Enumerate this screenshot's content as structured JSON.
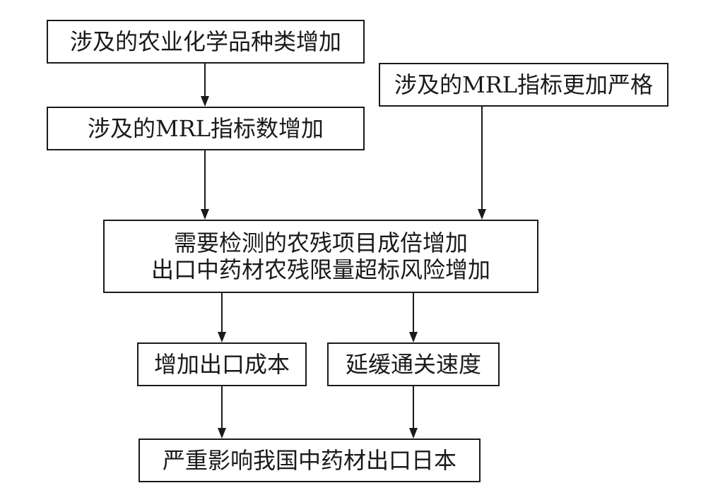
{
  "nodes": {
    "chemical_types": {
      "text": "涉及的农业化学品种类增加"
    },
    "mrl_stricter": {
      "text": "涉及的MRL指标更加严格"
    },
    "mrl_count": {
      "text": "涉及的MRL指标数增加"
    },
    "risk": {
      "line1": "需要检测的农残项目成倍增加",
      "line2": "出口中药材农残限量超标风险增加"
    },
    "cost": {
      "text": "增加出口成本"
    },
    "clearance": {
      "text": "延缓通关速度"
    },
    "impact": {
      "text": "严重影响我国中药材出口日本"
    }
  },
  "edges": [
    {
      "from": "chemical_types",
      "to": "mrl_count"
    },
    {
      "from": "mrl_count",
      "to": "risk"
    },
    {
      "from": "mrl_stricter",
      "to": "risk"
    },
    {
      "from": "risk",
      "to": "cost"
    },
    {
      "from": "risk",
      "to": "clearance"
    },
    {
      "from": "cost",
      "to": "impact"
    },
    {
      "from": "clearance",
      "to": "impact"
    }
  ]
}
